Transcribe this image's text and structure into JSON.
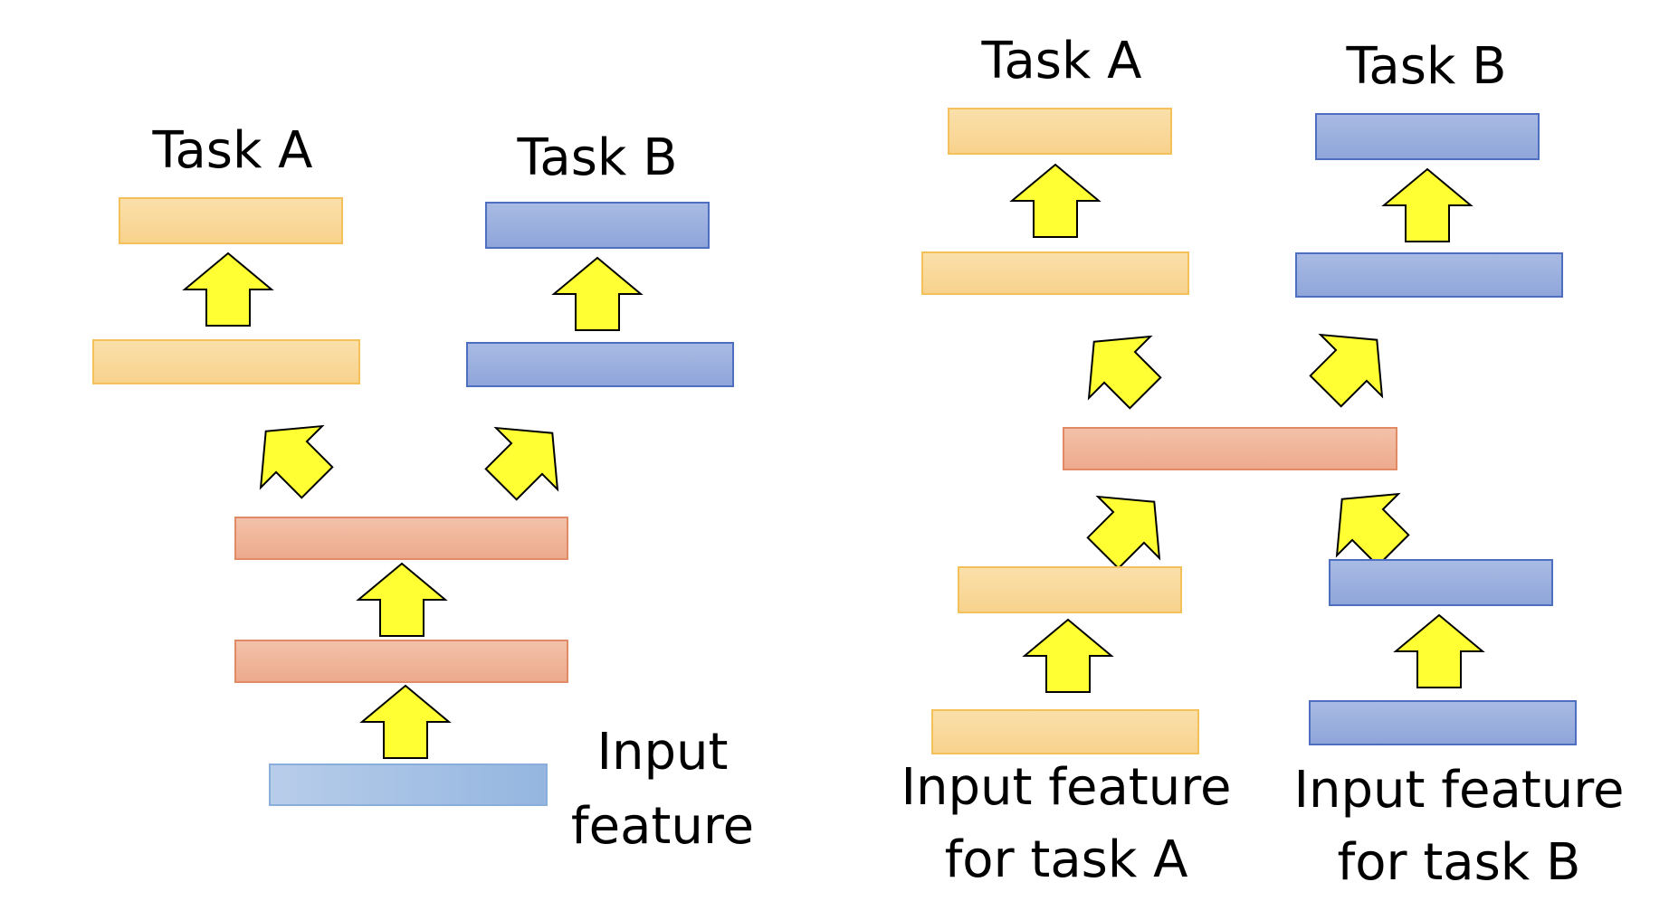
{
  "left_diagram": {
    "task_a_label": "Task A",
    "task_b_label": "Task B",
    "input_label_line1": "Input",
    "input_label_line2": "feature"
  },
  "right_diagram": {
    "task_a_label": "Task A",
    "task_b_label": "Task B",
    "input_a_label_line1": "Input feature",
    "input_a_label_line2": "for task A",
    "input_b_label_line1": "Input feature",
    "input_b_label_line2": "for task B"
  },
  "colors": {
    "task_a_layer": "#f9d89a",
    "task_a_border": "#f3c05a",
    "task_b_layer": "#9aaede",
    "task_b_border": "#4e6fc0",
    "shared_layer": "#f0b49a",
    "shared_border": "#e08a66",
    "input_layer": "#a8c3e8",
    "input_border": "#8aaedc",
    "arrow_fill": "#ffff33",
    "arrow_stroke": "#000000"
  }
}
